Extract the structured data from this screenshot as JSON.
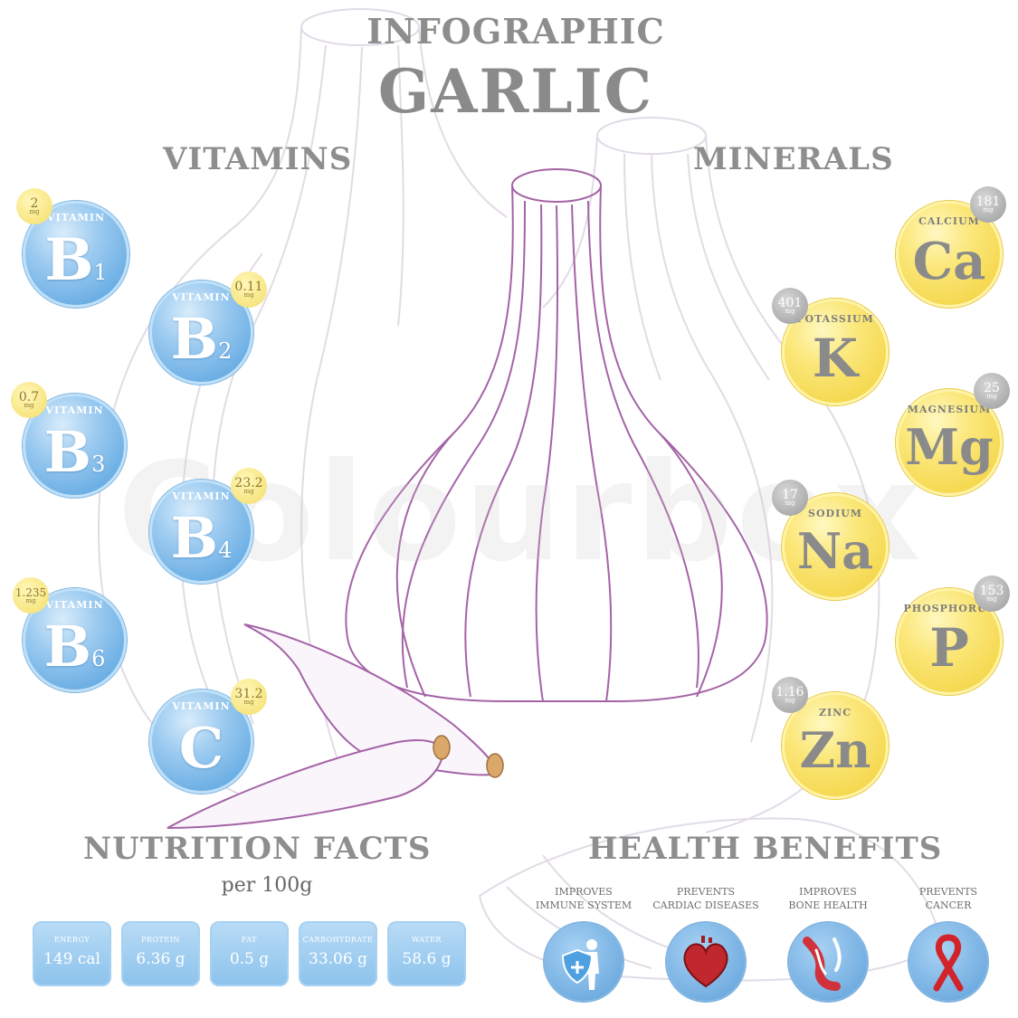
{
  "header": {
    "kicker": "INFOGRAPHIC",
    "title": "GARLIC"
  },
  "sections": {
    "vitamins": "VITAMINS",
    "minerals": "MINERALS",
    "nutrition": "NUTRITION FACTS",
    "per": "per 100g",
    "health": "HEALTH BENEFITS"
  },
  "vitamins": [
    {
      "label": "VITAMIN",
      "letter": "B",
      "sub": "1",
      "amount": "2",
      "unit": "mg"
    },
    {
      "label": "VITAMIN",
      "letter": "B",
      "sub": "2",
      "amount": "0.11",
      "unit": "mg"
    },
    {
      "label": "VITAMIN",
      "letter": "B",
      "sub": "3",
      "amount": "0.7",
      "unit": "mg"
    },
    {
      "label": "VITAMIN",
      "letter": "B",
      "sub": "4",
      "amount": "23.2",
      "unit": "mg"
    },
    {
      "label": "VITAMIN",
      "letter": "B",
      "sub": "6",
      "amount": "1.235",
      "unit": "mg"
    },
    {
      "label": "VITAMIN",
      "letter": "C",
      "sub": "",
      "amount": "31.2",
      "unit": "mg"
    }
  ],
  "minerals": [
    {
      "label": "CALCIUM",
      "symbol": "Ca",
      "amount": "181",
      "unit": "mg"
    },
    {
      "label": "POTASSIUM",
      "symbol": "K",
      "amount": "401",
      "unit": "mg"
    },
    {
      "label": "MAGNESIUM",
      "symbol": "Mg",
      "amount": "25",
      "unit": "mg"
    },
    {
      "label": "SODIUM",
      "symbol": "Na",
      "amount": "17",
      "unit": "mg"
    },
    {
      "label": "PHOSPHORUS",
      "symbol": "P",
      "amount": "153",
      "unit": "mg"
    },
    {
      "label": "ZINC",
      "symbol": "Zn",
      "amount": "1.16",
      "unit": "mg"
    }
  ],
  "nutrition_facts": [
    {
      "label": "ENERGY",
      "value": "149 cal"
    },
    {
      "label": "PROTEIN",
      "value": "6.36 g"
    },
    {
      "label": "FAT",
      "value": "0.5 g"
    },
    {
      "label": "CARBOHYDRATE",
      "value": "33.06 g"
    },
    {
      "label": "WATER",
      "value": "58.6 g"
    }
  ],
  "health_benefits": [
    {
      "line1": "IMPROVES",
      "line2": "IMMUNE SYSTEM",
      "icon": "shield-person-icon"
    },
    {
      "line1": "PREVENTS",
      "line2": "CARDIAC DISEASES",
      "icon": "heart-icon"
    },
    {
      "line1": "IMPROVES",
      "line2": "BONE HEALTH",
      "icon": "bone-joint-icon"
    },
    {
      "line1": "PREVENTS",
      "line2": "CANCER",
      "icon": "awareness-ribbon-icon"
    }
  ],
  "watermark": "Colourbox",
  "colors": {
    "vitamin_blue": "#6aaee4",
    "mineral_yellow": "#f5d84f",
    "heading_gray": "#8e8e8e",
    "garlic_outline": "#9b4f9b"
  }
}
